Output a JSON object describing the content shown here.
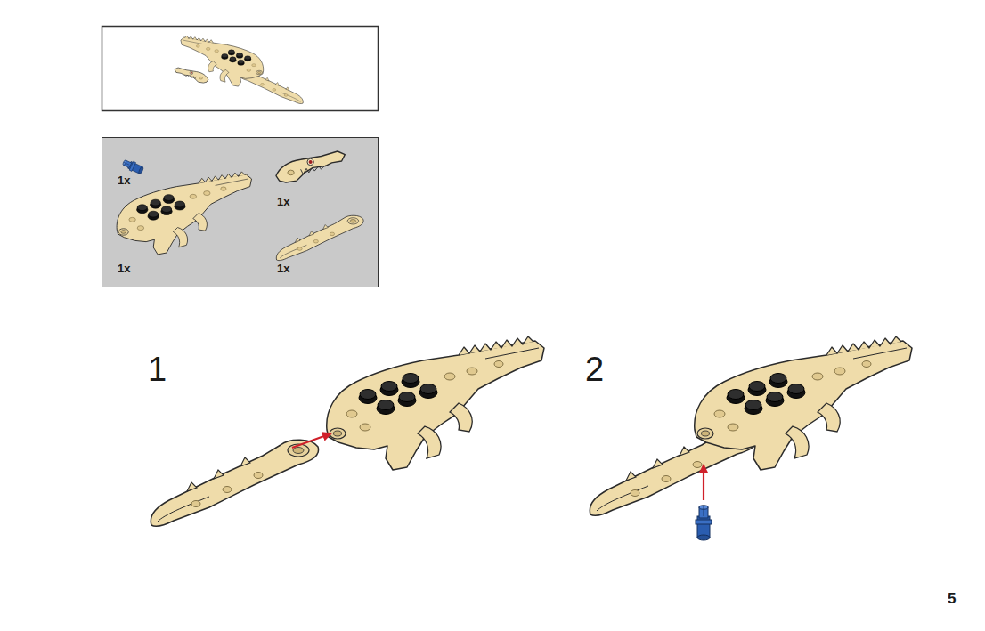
{
  "diagram": {
    "nodes": [
      {
        "text": [
          "1x",
          "1x",
          "1x",
          "1x"
        ]
      }
    ],
    "labels": [
      "1",
      "2",
      "5"
    ]
  }
}
